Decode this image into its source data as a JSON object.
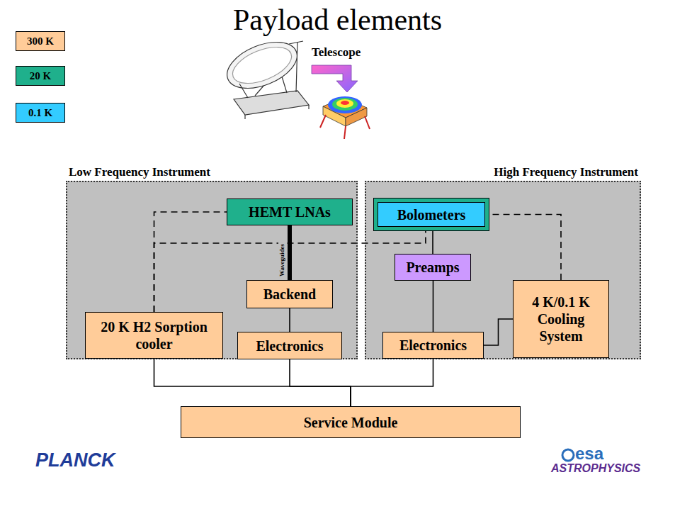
{
  "diagram": {
    "title": "Payload elements",
    "nodes": [
      {
        "text": [
          "Low Frequency Instrument"
        ]
      },
      {
        "text": [
          "HEMT LNAs"
        ],
        "in": 0
      },
      {
        "text": [
          "Backend"
        ],
        "in": 0
      },
      {
        "text": [
          "20 K H2 Sorption cooler"
        ],
        "in": 0
      },
      {
        "text": [
          "Electronics"
        ],
        "in": 0
      },
      {
        "text": [
          "High Frequency Instrument"
        ]
      },
      {
        "text": [
          "Bolometers"
        ],
        "in": 5
      },
      {
        "text": [
          "Preamps"
        ],
        "in": 5
      },
      {
        "text": [
          "Electronics"
        ],
        "in": 5
      },
      {
        "text": [
          "4 K/0.1 K Cooling System"
        ],
        "in": 5
      },
      {
        "text": [
          "Service Module"
        ]
      }
    ],
    "edges": [
      {
        "from": 1,
        "to": 2,
        "arrow": "none",
        "label": "Waveguides"
      },
      {
        "from": 2,
        "to": 4,
        "arrow": "none"
      },
      {
        "from": 6,
        "to": 7,
        "arrow": "none"
      },
      {
        "from": 7,
        "to": 8,
        "arrow": "none"
      },
      {
        "from": 8,
        "to": 9,
        "arrow": "none"
      },
      {
        "from": 3,
        "to": 1,
        "arrow": "none"
      },
      {
        "from": 3,
        "to": 6,
        "arrow": "none"
      },
      {
        "from": 9,
        "to": 6,
        "arrow": "none"
      },
      {
        "from": 3,
        "to": 10,
        "arrow": "none"
      },
      {
        "from": 4,
        "to": 10,
        "arrow": "none"
      },
      {
        "from": 8,
        "to": 10,
        "arrow": "none"
      }
    ],
    "labels": [
      "Telescope",
      "PLANCK",
      "esa",
      "ASTROPHYSICS"
    ],
    "legend": [
      {
        "text": "300 K",
        "color": "#FFCC99"
      },
      {
        "text": "20 K",
        "color": "#1FB08C"
      },
      {
        "text": "0.1 K",
        "color": "#33CCFF"
      }
    ]
  }
}
